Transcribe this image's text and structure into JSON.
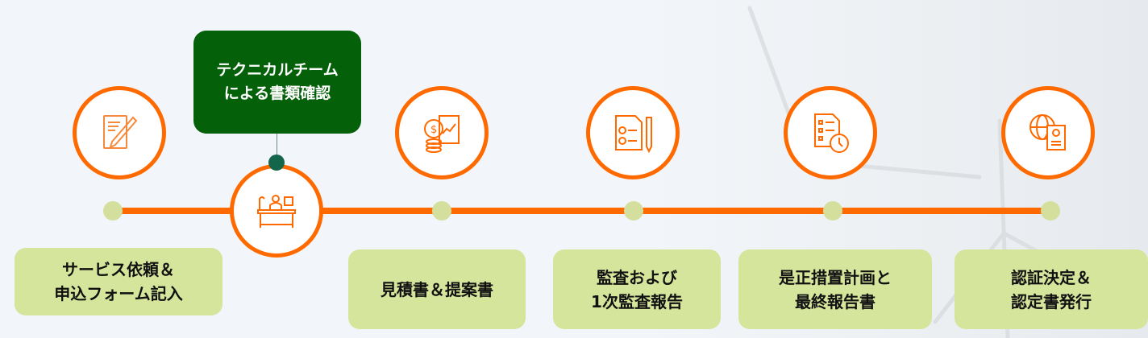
{
  "colors": {
    "accent": "#ff6a00",
    "highlight_box": "#056109",
    "label_bg": "#d6e59c",
    "node_dot": "#d5df9d",
    "connector_dot": "#14654a"
  },
  "highlight": {
    "lines": [
      "テクニカルチーム",
      "による書類確認"
    ]
  },
  "steps": [
    {
      "icon": "form-pencil-icon",
      "lines": [
        "サービス依頼＆",
        "申込フォーム記入"
      ]
    },
    {
      "icon": "desk-worker-icon",
      "lines": [
        "テクニカルチーム",
        "による書類確認"
      ]
    },
    {
      "icon": "coins-report-icon",
      "lines": [
        "見積書＆提案書"
      ]
    },
    {
      "icon": "checklist-pencil-icon",
      "lines": [
        "監査および",
        "1次監査報告"
      ]
    },
    {
      "icon": "document-clock-icon",
      "lines": [
        "是正措置計画と",
        "最終報告書"
      ]
    },
    {
      "icon": "globe-certificate-icon",
      "lines": [
        "認証決定＆",
        "認定書発行"
      ]
    }
  ]
}
